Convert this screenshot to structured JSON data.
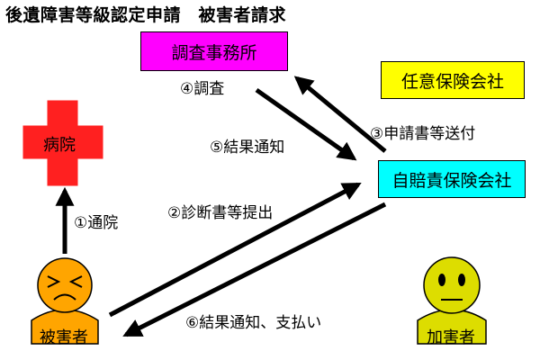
{
  "title": "後遺障害等級認定申請　被害者請求",
  "nodes": {
    "investigation_office": {
      "label": "調査事務所",
      "color": "#ff00ff"
    },
    "voluntary_insurance": {
      "label": "任意保険会社",
      "color": "#ffff00"
    },
    "compulsory_insurance": {
      "label": "自賠責保険会社",
      "color": "#00ffff"
    },
    "hospital": {
      "label": "病院",
      "color": "#ff2020"
    },
    "victim": {
      "label": "被害者",
      "color": "#ffa500"
    },
    "perpetrator": {
      "label": "加害者",
      "color": "#dddd00"
    }
  },
  "steps": {
    "s1": "①通院",
    "s2": "②診断書等提出",
    "s3": "③申請書等送付",
    "s4": "④調査",
    "s5": "⑤結果通知",
    "s6": "⑥結果通知、支払い"
  }
}
